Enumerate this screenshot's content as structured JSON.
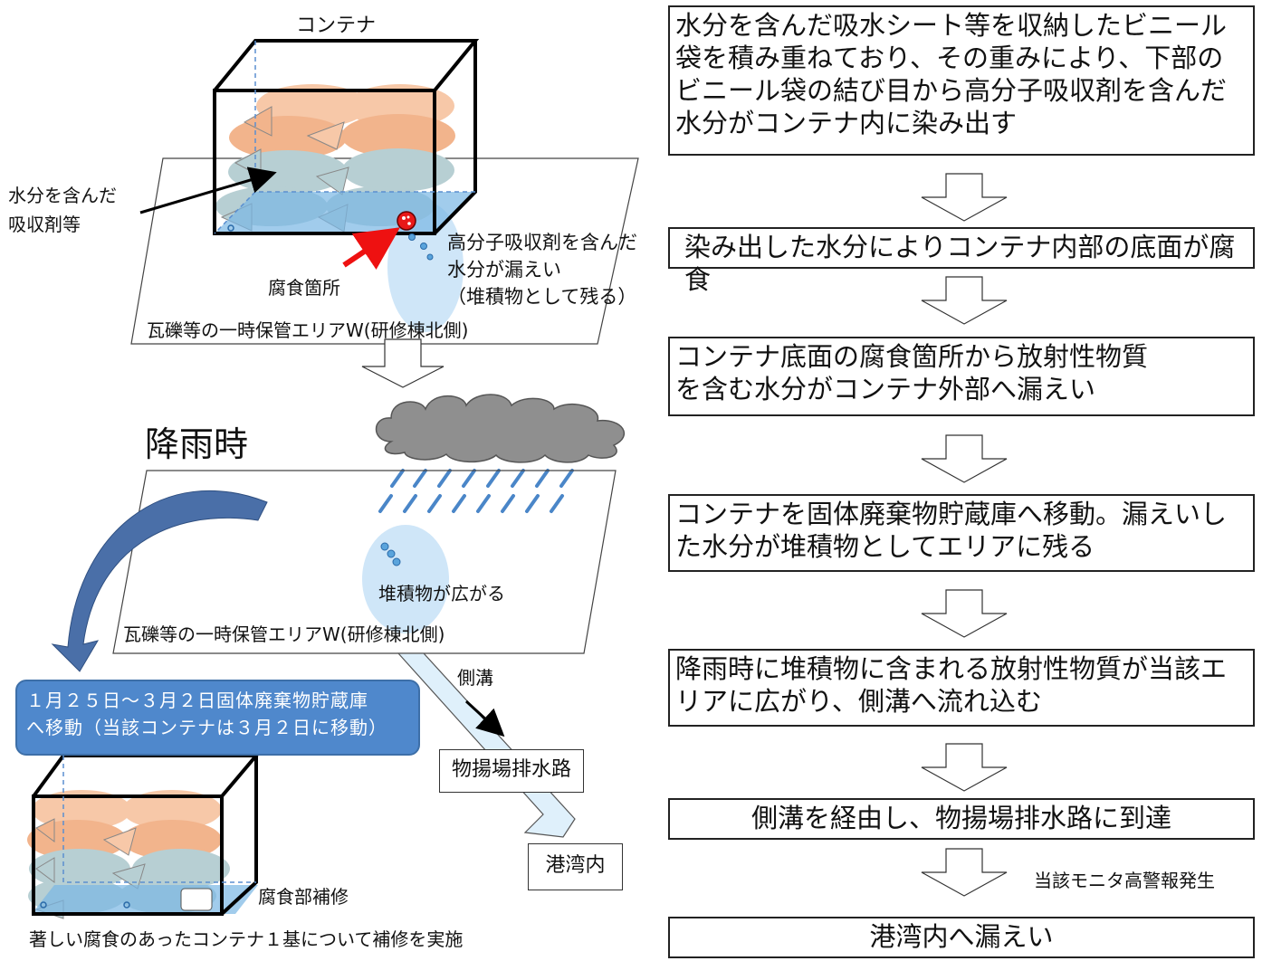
{
  "left": {
    "container_title": "コンテナ",
    "water_absorbent_label": "水分を含んだ\n吸収剤等",
    "corrosion_point_label": "腐食箇所",
    "leak_label": "高分子吸収剤を含んだ\n水分が漏えい\n（堆積物として残る）",
    "area_label_1": "瓦礫等の一時保管エリアW(研修棟北側)",
    "rain_label": "降雨時",
    "spread_label": "堆積物が広がる",
    "area_label_2": "瓦礫等の一時保管エリアW(研修棟北側)",
    "ditch_label": "側溝",
    "drain_label": "物揚場排水路",
    "harbor_label": "港湾内",
    "move_callout": "１月２５日～３月２日固体廃棄物貯蔵庫\nへ移動（当該コンテナは３月２日に移動）",
    "repair_label": "腐食部補修",
    "repair_note": "著しい腐食のあったコンテナ１基について補修を実施"
  },
  "flow": {
    "steps": [
      "水分を含んだ吸水シート等を収納したビニール袋を積み重ねており、その重みにより、下部のビニール袋の結び目から高分子吸収剤を含んだ水分がコンテナ内に染み出す",
      "染み出した水分によりコンテナ内部の底面が腐食",
      "コンテナ底面の腐食箇所から放射性物質\nを含む水分がコンテナ外部へ漏えい",
      "コンテナを固体廃棄物貯蔵庫へ移動。漏えいした水分が堆積物としてエリアに残る",
      "降雨時に堆積物に含まれる放射性物質が当該エリアに広がり、側溝へ流れ込む",
      "側溝を経由し、物揚場排水路に到達",
      "港湾内へ漏えい"
    ],
    "alarm_note": "当該モニタ高警報発生"
  },
  "colors": {
    "bag_orange": "#f7c8a8",
    "bag_blue": "#b7cfd3",
    "leak_blue": "#cfe6f8",
    "callout_blue": "#4f88cc",
    "rain_blue": "#4a86c8",
    "arrow_red": "#ee1111"
  }
}
